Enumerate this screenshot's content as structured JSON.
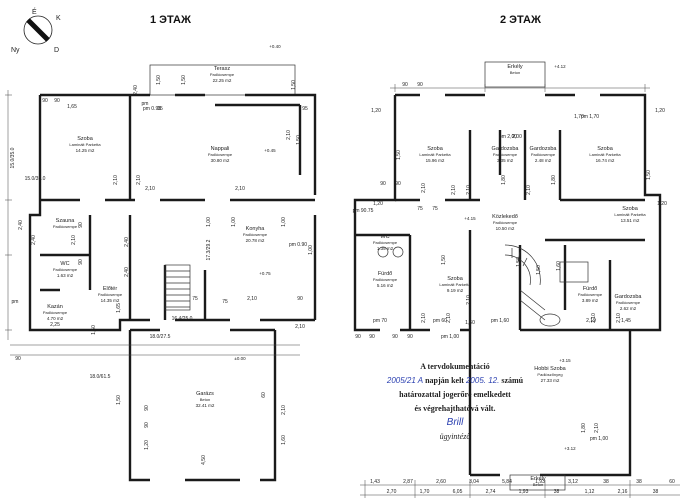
{
  "titles": {
    "floor1": "1 ЭТАЖ",
    "floor2": "2 ЭТАЖ"
  },
  "compass": {
    "n": "É",
    "e": "K",
    "s": "D",
    "w": "Ny"
  },
  "floor1": {
    "rooms": [
      {
        "name": "Terasz",
        "sub": "Padlócsempe",
        "area": "22.25 m2"
      },
      {
        "name": "Szoba",
        "sub": "Laminált Parketta",
        "area": "14.25 m2"
      },
      {
        "name": "Nappali",
        "sub": "Padlócsempe",
        "area": "30.80 m2"
      },
      {
        "name": "Konyha",
        "sub": "Padlócsempe",
        "area": "20.78 m2"
      },
      {
        "name": "Szauna",
        "sub": "Padlócsempe",
        "area": ""
      },
      {
        "name": "WC",
        "sub": "Padlócsempe",
        "area": "1.63 m2"
      },
      {
        "name": "Előtér",
        "sub": "Padlócsempe",
        "area": "14.35 m2"
      },
      {
        "name": "Kazán",
        "sub": "Padlócsempe",
        "area": "4.70 m2"
      },
      {
        "name": "Garázs",
        "sub": "Beton",
        "area": "32.41 m2"
      }
    ],
    "levels": [
      "+0.40",
      "+0.45",
      "+0.75",
      "±0.00"
    ],
    "dims": [
      "2,40",
      "1,50",
      "1,50",
      "1,50",
      "90",
      "90",
      "1,65",
      "2,10",
      "2,10",
      "2,10",
      "pm",
      "95",
      "95",
      "1,00",
      "1,00",
      "1,00",
      "1,50",
      "2,10",
      "2,10",
      "2,40",
      "2,40",
      "2,10",
      "2,25",
      "2,40",
      "2,40",
      "90",
      "90",
      "75",
      "75",
      "90",
      "90",
      "1,65",
      "2,10",
      "1,50",
      "4,50",
      "2,10",
      "1,50",
      "90",
      "90",
      "1,20",
      "60",
      "2,10",
      "1,60",
      "1,00"
    ],
    "dim_notes": [
      "15.0/35.0",
      "15.0/35.0",
      "16.4/25.0",
      "18.0/27.5",
      "18.0/61.5",
      "17.3/29.2",
      "pm",
      "pm 0.95",
      "pm 0.90"
    ]
  },
  "floor2": {
    "rooms": [
      {
        "name": "Erkély",
        "sub": "Beton",
        "area": ""
      },
      {
        "name": "Szoba",
        "sub": "Laminált Parketta",
        "area": "15.96 m2"
      },
      {
        "name": "Gardozsba",
        "sub": "Padlócsempe",
        "area": "3.35 m2"
      },
      {
        "name": "Gardozsba",
        "sub": "Padlócsempe",
        "area": "2.48 m2"
      },
      {
        "name": "Szoba",
        "sub": "Laminált Parketta",
        "area": "16.74 m2"
      },
      {
        "name": "Közlekedő",
        "sub": "Padlócsempe",
        "area": "10.50 m2"
      },
      {
        "name": "Szoba",
        "sub": "Laminált Parketta",
        "area": "13.51 m2"
      },
      {
        "name": "WC",
        "sub": "Padlócsempe",
        "area": "1.35 m2"
      },
      {
        "name": "Fürdő",
        "sub": "Padlócsempe",
        "area": "5.16 m2"
      },
      {
        "name": "Szoba",
        "sub": "Laminált Parketta",
        "area": "9.19 m2"
      },
      {
        "name": "Fürdő",
        "sub": "Padlócsempe",
        "area": "3.89 m2"
      },
      {
        "name": "Gardozsba",
        "sub": "Padlócsempe",
        "area": "2.62 m2"
      },
      {
        "name": "Hobbi Szoba",
        "sub": "Padlószőnyeg",
        "area": "27.33 m2"
      },
      {
        "name": "Erkély",
        "sub": "Beton",
        "area": ""
      }
    ],
    "levels": [
      "+4.12",
      "+3.15",
      "+4.15",
      "+3.12"
    ],
    "dims": [
      "90",
      "90",
      "1,20",
      "1,20",
      "1,50",
      "1,80",
      "1,80",
      "90",
      "90",
      "2,10",
      "2,10",
      "1,50",
      "1,20",
      "1,20",
      "2,10",
      "2,10",
      "75",
      "75",
      "1,50",
      "1,60",
      "1,60",
      "2,10",
      "2,10",
      "2,10",
      "1,70",
      "2,00",
      "1,50",
      "1,50",
      "90",
      "90",
      "90",
      "90",
      "2,10",
      "2,10",
      "pm 70",
      "pm 60",
      "pm 1,60",
      "1,45",
      "2,19",
      "1,80",
      "2,10"
    ],
    "dim_notes": [
      "pm 1,70",
      "pm 2,00",
      "pm 90.75",
      "pm 1,00",
      "pm 1,00"
    ],
    "bottom_dims": [
      "1,43",
      "2,70",
      "2,87",
      "1,70",
      "2,60",
      "6,05",
      "3,04",
      "2,74",
      "5,84",
      "1,93",
      "1,93",
      "38",
      "3,12",
      "1,12",
      "38",
      "2,16",
      "38",
      "38",
      "60"
    ]
  },
  "stamp": {
    "line1": "A tervdokumentáció",
    "handwritten_number": "2005/21 A",
    "line2": "napján kelt",
    "handwritten_date": "2005. 12.",
    "line2b": "számú",
    "line3": "határozattal jogerőre emelkedett",
    "line4": "és végrehajthatóvá vált.",
    "signature": "Brill",
    "line5": "ügyintéző"
  }
}
